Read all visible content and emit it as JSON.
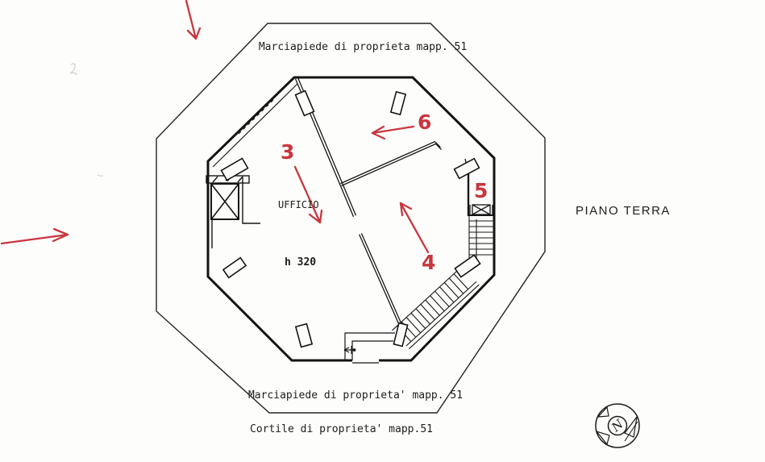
{
  "page": {
    "background": "#fdfdfb",
    "kind": "scanned cadastral floor plan"
  },
  "colors": {
    "ink": "#1c1c1c",
    "annotation_red": "#c8363e"
  },
  "plan": {
    "floor_title": "PIANO TERRA",
    "room_label": "UFFICIO",
    "room_height_note": "h 320",
    "sidewalk_top": "Marciapiede di proprieta mapp. 51",
    "sidewalk_bottom": "Marciapiede di proprieta' mapp. 51",
    "courtyard": "Cortile di proprieta' mapp.51",
    "compass_letter": "N"
  },
  "annotations": {
    "marker_3": "3",
    "marker_4": "4",
    "marker_5": "5",
    "marker_6": "6"
  }
}
